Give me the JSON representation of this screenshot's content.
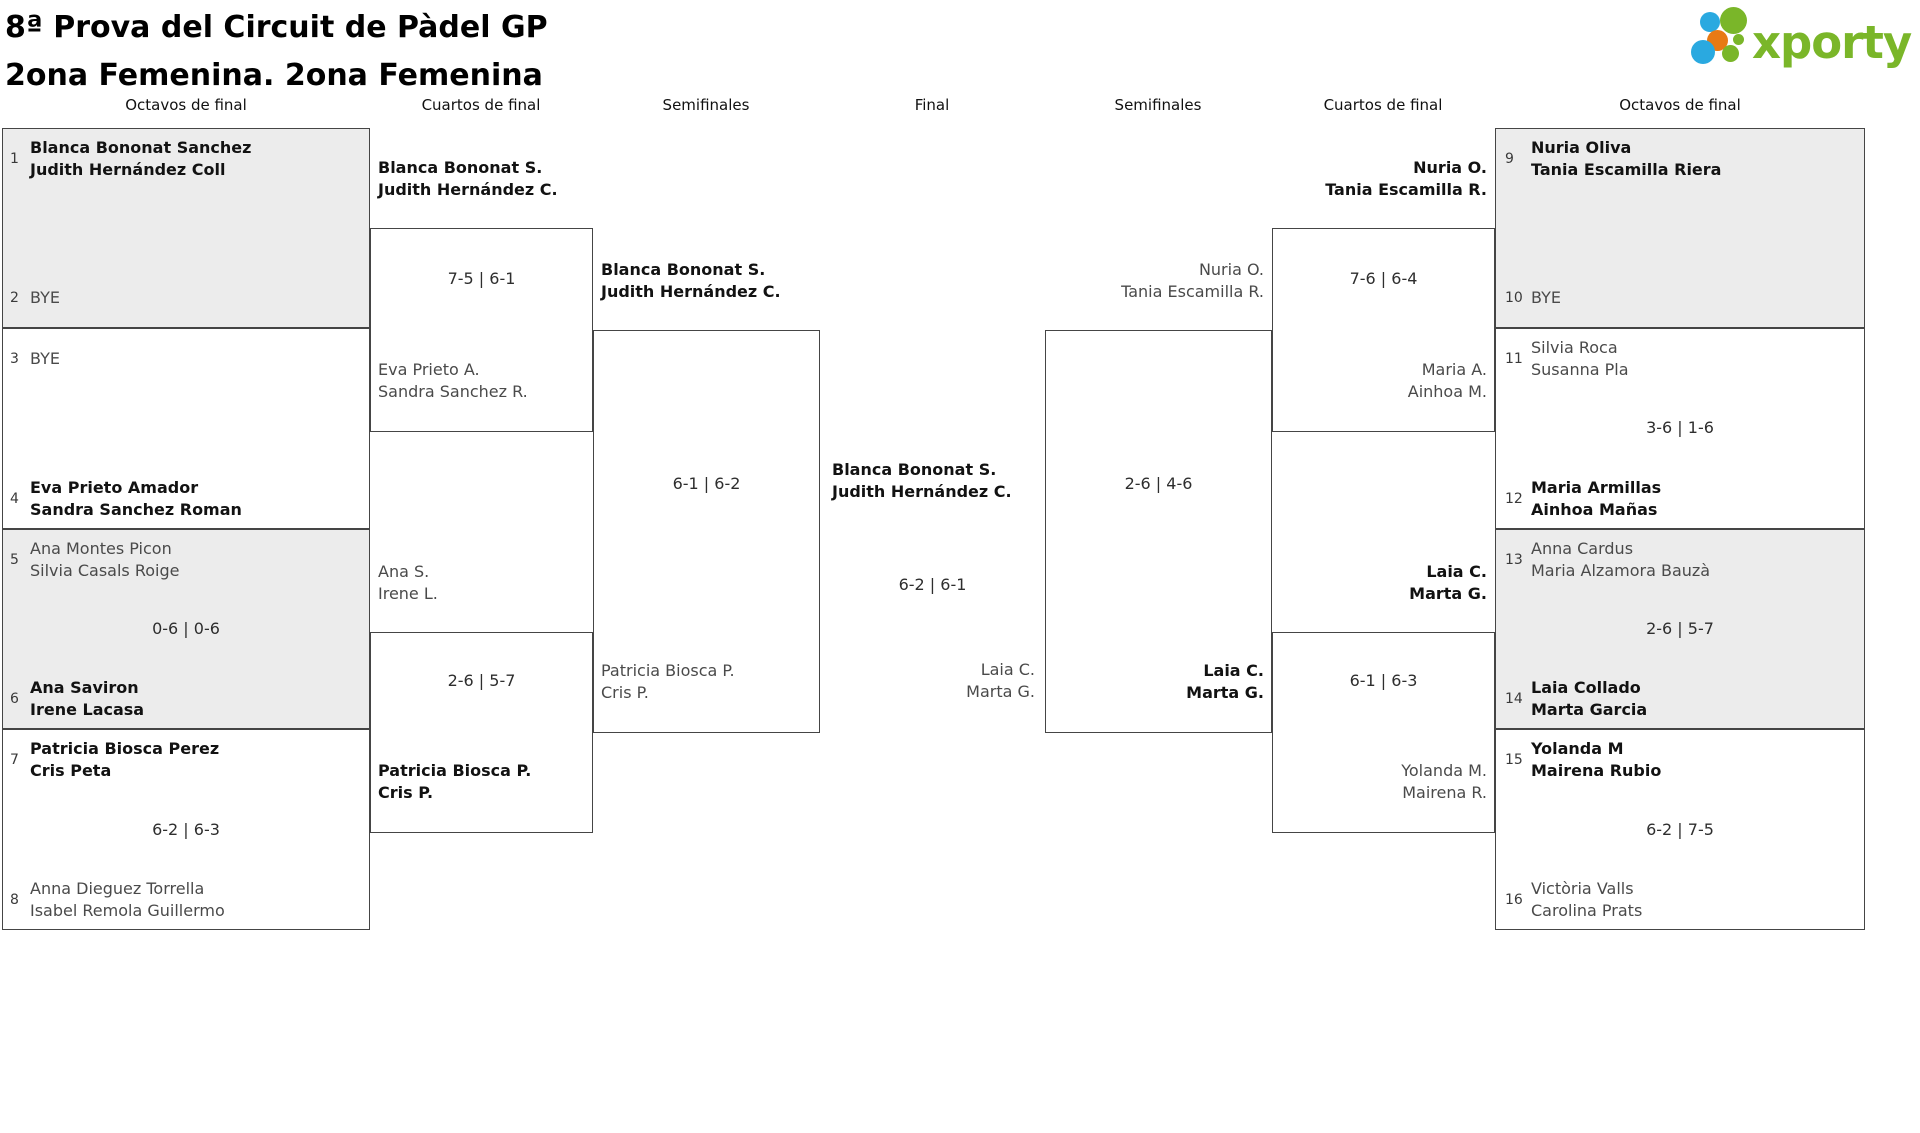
{
  "title": {
    "line1": "8ª Prova del Circuit de Pàdel GP",
    "line2": "2ona Femenina. 2ona Femenina"
  },
  "logo": {
    "brand": "xporty",
    "colors": {
      "green": "#7ab629",
      "blue": "#2aa9e0",
      "orange": "#e87a14"
    }
  },
  "round_headers": [
    "Octavos de final",
    "Cuartos de final",
    "Semifinales",
    "Final",
    "Semifinales",
    "Cuartos de final",
    "Octavos de final"
  ],
  "matches": {
    "r16_l1": {
      "seed_a": "1",
      "a1": "Blanca Bononat Sanchez",
      "a2": "Judith Hernández Coll",
      "seed_b": "2",
      "b1": "BYE"
    },
    "r16_l2": {
      "seed_a": "3",
      "a1": "BYE",
      "seed_b": "4",
      "b1": "Eva Prieto Amador",
      "b2": "Sandra Sanchez Roman"
    },
    "r16_l3": {
      "seed_a": "5",
      "a1": "Ana Montes Picon",
      "a2": "Silvia Casals Roige",
      "score": "0-6 | 0-6",
      "seed_b": "6",
      "b1": "Ana Saviron",
      "b2": "Irene Lacasa"
    },
    "r16_l4": {
      "seed_a": "7",
      "a1": "Patricia Biosca Perez",
      "a2": "Cris Peta",
      "score": "6-2 | 6-3",
      "seed_b": "8",
      "b1": "Anna Dieguez Torrella",
      "b2": "Isabel Remola Guillermo"
    },
    "qf_l1": {
      "a1": "Blanca Bononat S.",
      "a2": "Judith Hernández C.",
      "score": "7-5 | 6-1",
      "b1": "Eva Prieto A.",
      "b2": "Sandra Sanchez R."
    },
    "qf_l2": {
      "a1": "Ana S.",
      "a2": "Irene L.",
      "score": "2-6 | 5-7",
      "b1": "Patricia Biosca P.",
      "b2": "Cris P."
    },
    "sf_l": {
      "a1": "Blanca Bononat S.",
      "a2": "Judith Hernández C.",
      "score": "6-1 | 6-2",
      "b1": "Patricia Biosca P.",
      "b2": "Cris P."
    },
    "final": {
      "a1": "Blanca Bononat S.",
      "a2": "Judith Hernández C.",
      "score": "6-2 | 6-1",
      "b1": "Laia C.",
      "b2": "Marta G."
    },
    "sf_r": {
      "a1": "Nuria O.",
      "a2": "Tania Escamilla R.",
      "score": "2-6 | 4-6",
      "b1": "Laia C.",
      "b2": "Marta G."
    },
    "qf_r1": {
      "a1": "Nuria O.",
      "a2": "Tania Escamilla R.",
      "score": "7-6 | 6-4",
      "b1": "Maria A.",
      "b2": "Ainhoa M."
    },
    "qf_r2": {
      "a1": "Laia C.",
      "a2": "Marta G.",
      "score": "6-1 | 6-3",
      "b1": "Yolanda M.",
      "b2": "Mairena R."
    },
    "r16_r1": {
      "seed_a": "9",
      "a1": "Nuria Oliva",
      "a2": "Tania Escamilla Riera",
      "seed_b": "10",
      "b1": "BYE"
    },
    "r16_r2": {
      "seed_a": "11",
      "a1": "Silvia Roca",
      "a2": "Susanna Pla",
      "score": "3-6 | 1-6",
      "seed_b": "12",
      "b1": "Maria Armillas",
      "b2": "Ainhoa Mañas"
    },
    "r16_r3": {
      "seed_a": "13",
      "a1": "Anna Cardus",
      "a2": "Maria Alzamora Bauzà",
      "score": "2-6 | 5-7",
      "seed_b": "14",
      "b1": "Laia Collado",
      "b2": "Marta Garcia"
    },
    "r16_r4": {
      "seed_a": "15",
      "a1": "Yolanda M",
      "a2": "Mairena Rubio",
      "score": "6-2 | 7-5",
      "seed_b": "16",
      "b1": "Victòria Valls",
      "b2": "Carolina Prats"
    }
  }
}
